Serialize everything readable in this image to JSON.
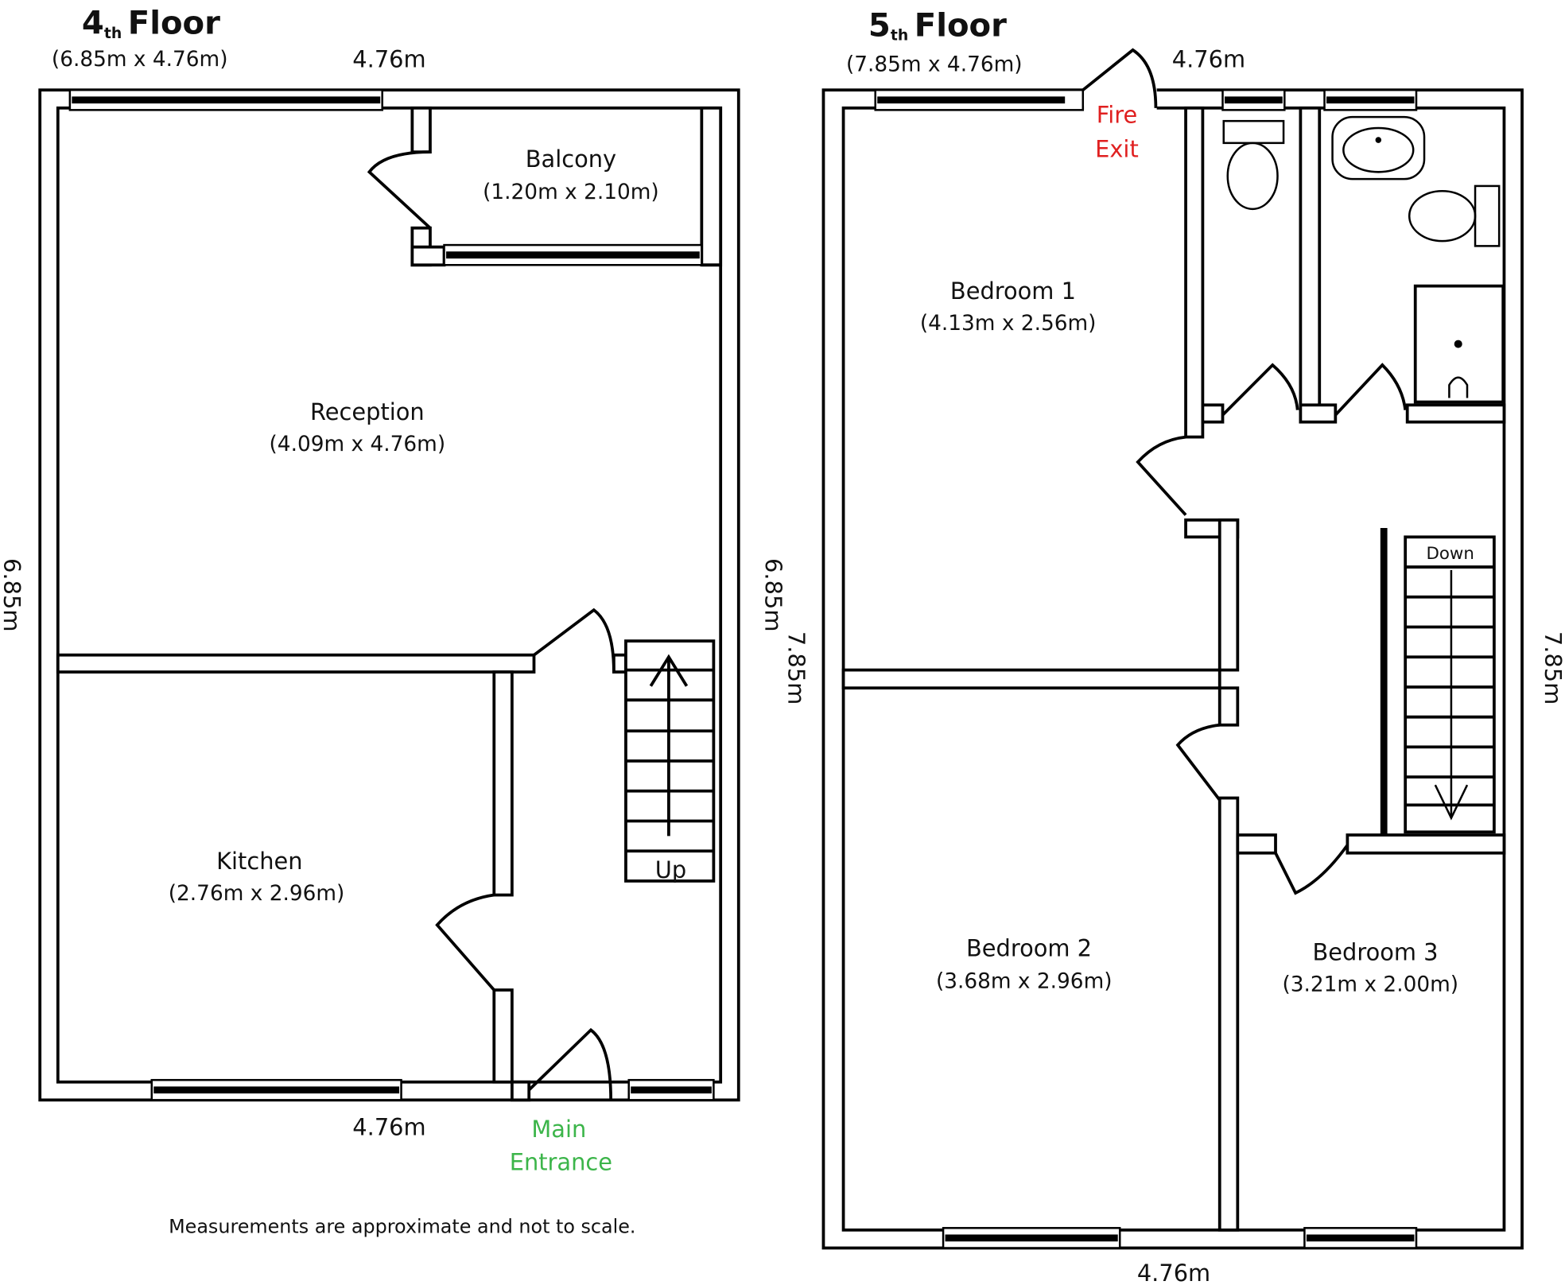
{
  "floor4": {
    "title_num": "4",
    "title_sup": "th",
    "title_word": "Floor",
    "size": "(6.85m x 4.76m)",
    "dim_top": "4.76m",
    "dim_bottom": "4.76m",
    "dim_left": "6.85m",
    "dim_right": "6.85m",
    "rooms": [
      {
        "name": "Balcony",
        "size": "(1.20m x 2.10m)"
      },
      {
        "name": "Reception",
        "size": "(4.09m x 4.76m)"
      },
      {
        "name": "Kitchen",
        "size": "(2.76m x 2.96m)"
      }
    ],
    "stairs_label": "Up",
    "entrance_line1": "Main",
    "entrance_line2": "Entrance",
    "entrance_color": "#3cb54a"
  },
  "floor5": {
    "title_num": "5",
    "title_sup": "th",
    "title_word": "Floor",
    "size": "(7.85m x 4.76m)",
    "dim_top": "4.76m",
    "dim_bottom": "4.76m",
    "dim_left": "7.85m",
    "dim_right": "7.85m",
    "rooms": [
      {
        "name": "Bedroom 1",
        "size": "(4.13m x 2.56m)"
      },
      {
        "name": "Bedroom 2",
        "size": "(3.68m x 2.96m)"
      },
      {
        "name": "Bedroom 3",
        "size": "(3.21m x 2.00m)"
      }
    ],
    "stairs_label": "Down",
    "fire_exit_line1": "Fire",
    "fire_exit_line2": "Exit",
    "fire_exit_color": "#e02020"
  },
  "disclaimer": "Measurements are approximate and not to scale."
}
